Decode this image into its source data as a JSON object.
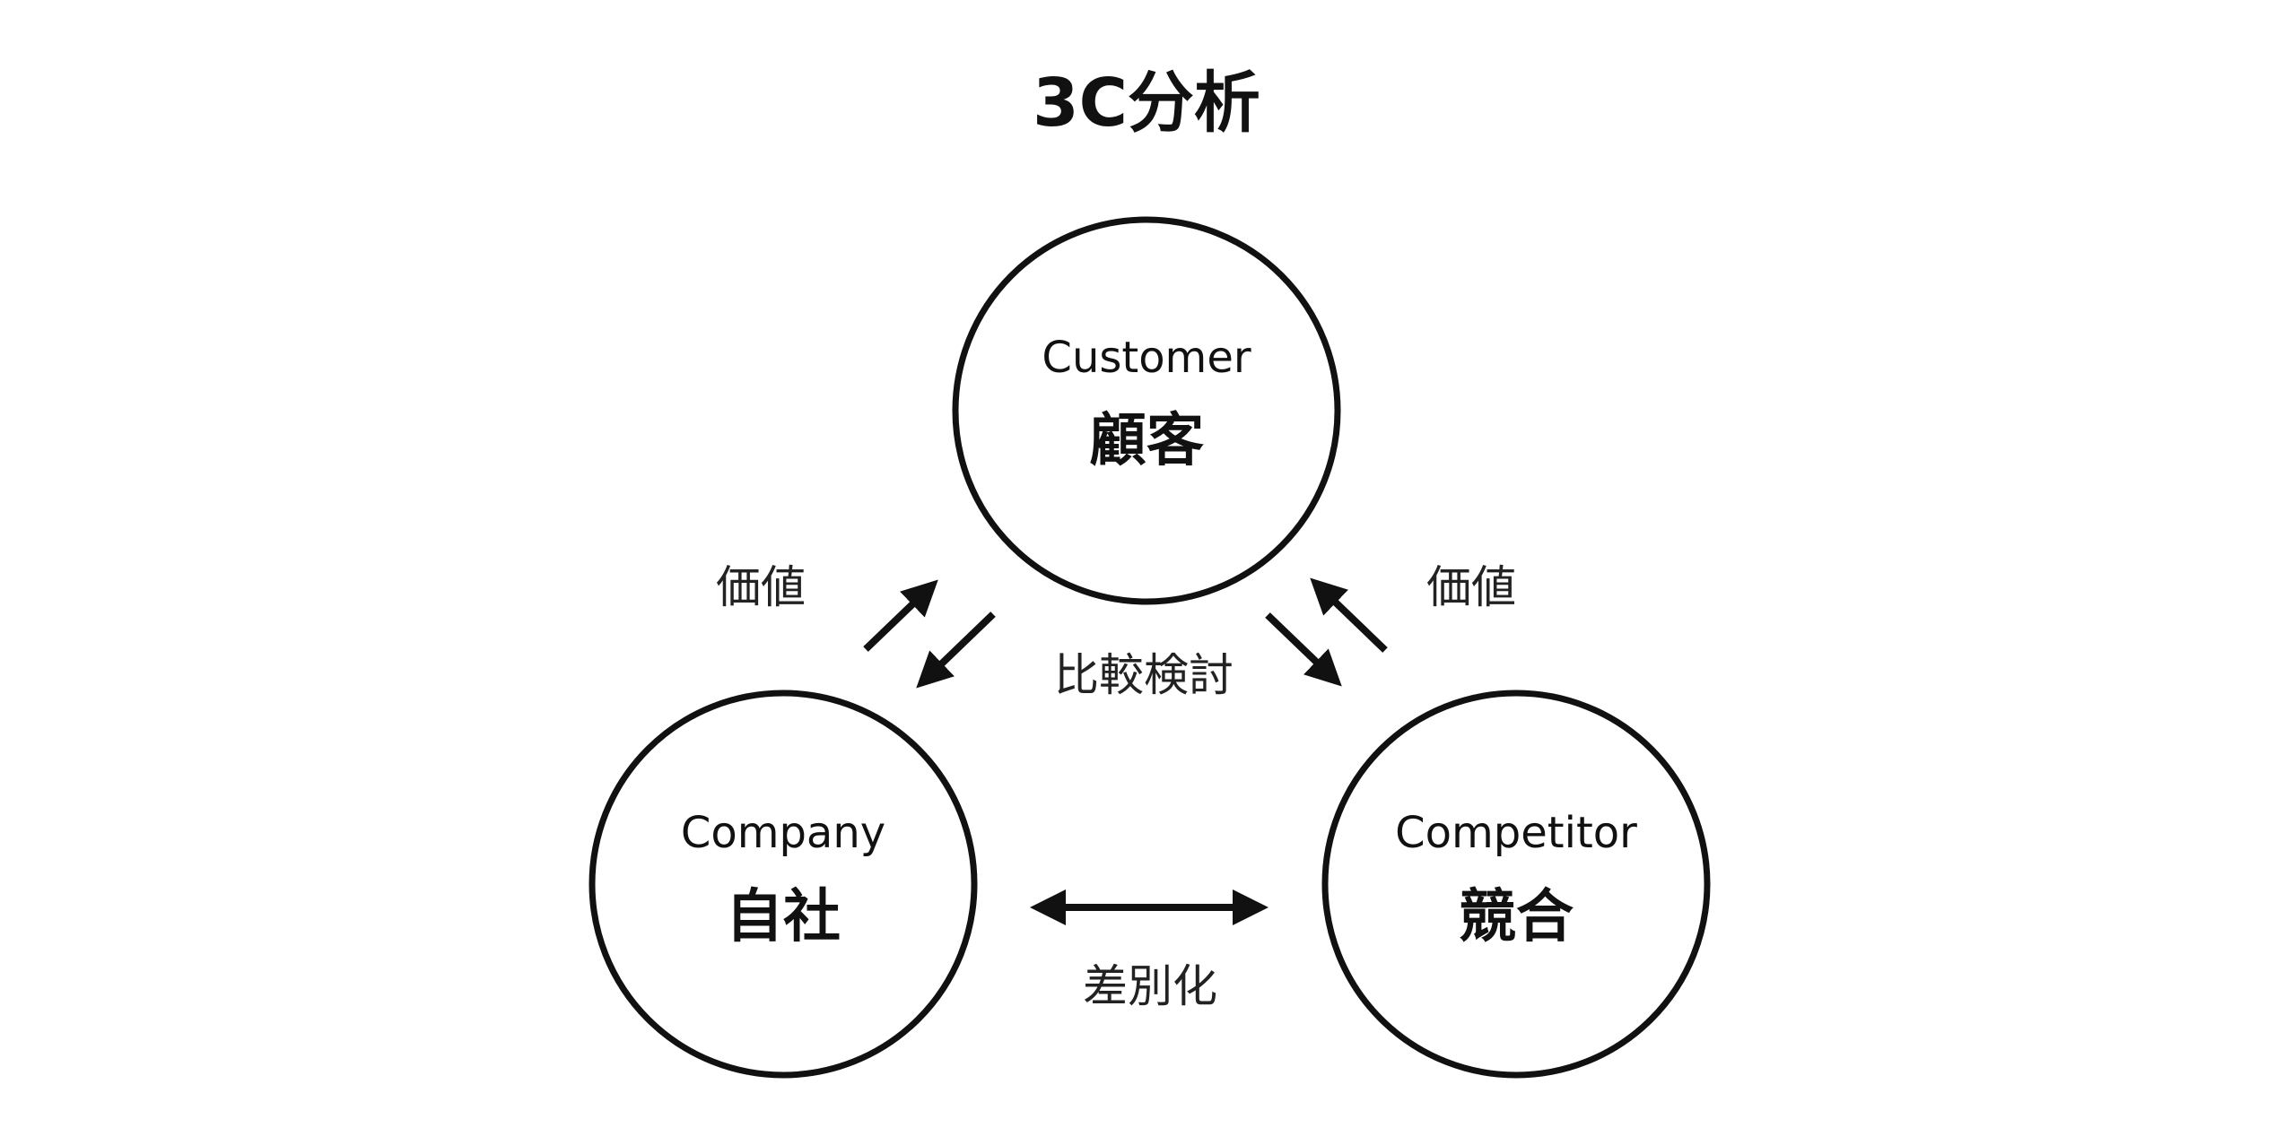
{
  "title": "3C分析",
  "nodes": {
    "customer": {
      "en": "Customer",
      "jp": "顧客"
    },
    "company": {
      "en": "Company",
      "jp": "自社"
    },
    "competitor": {
      "en": "Competitor",
      "jp": "競合"
    }
  },
  "relations": {
    "value_left": "価値",
    "value_right": "価値",
    "compare": "比較検討",
    "differentiation": "差別化"
  },
  "colors": {
    "stroke": "#111111",
    "background": "#ffffff"
  }
}
